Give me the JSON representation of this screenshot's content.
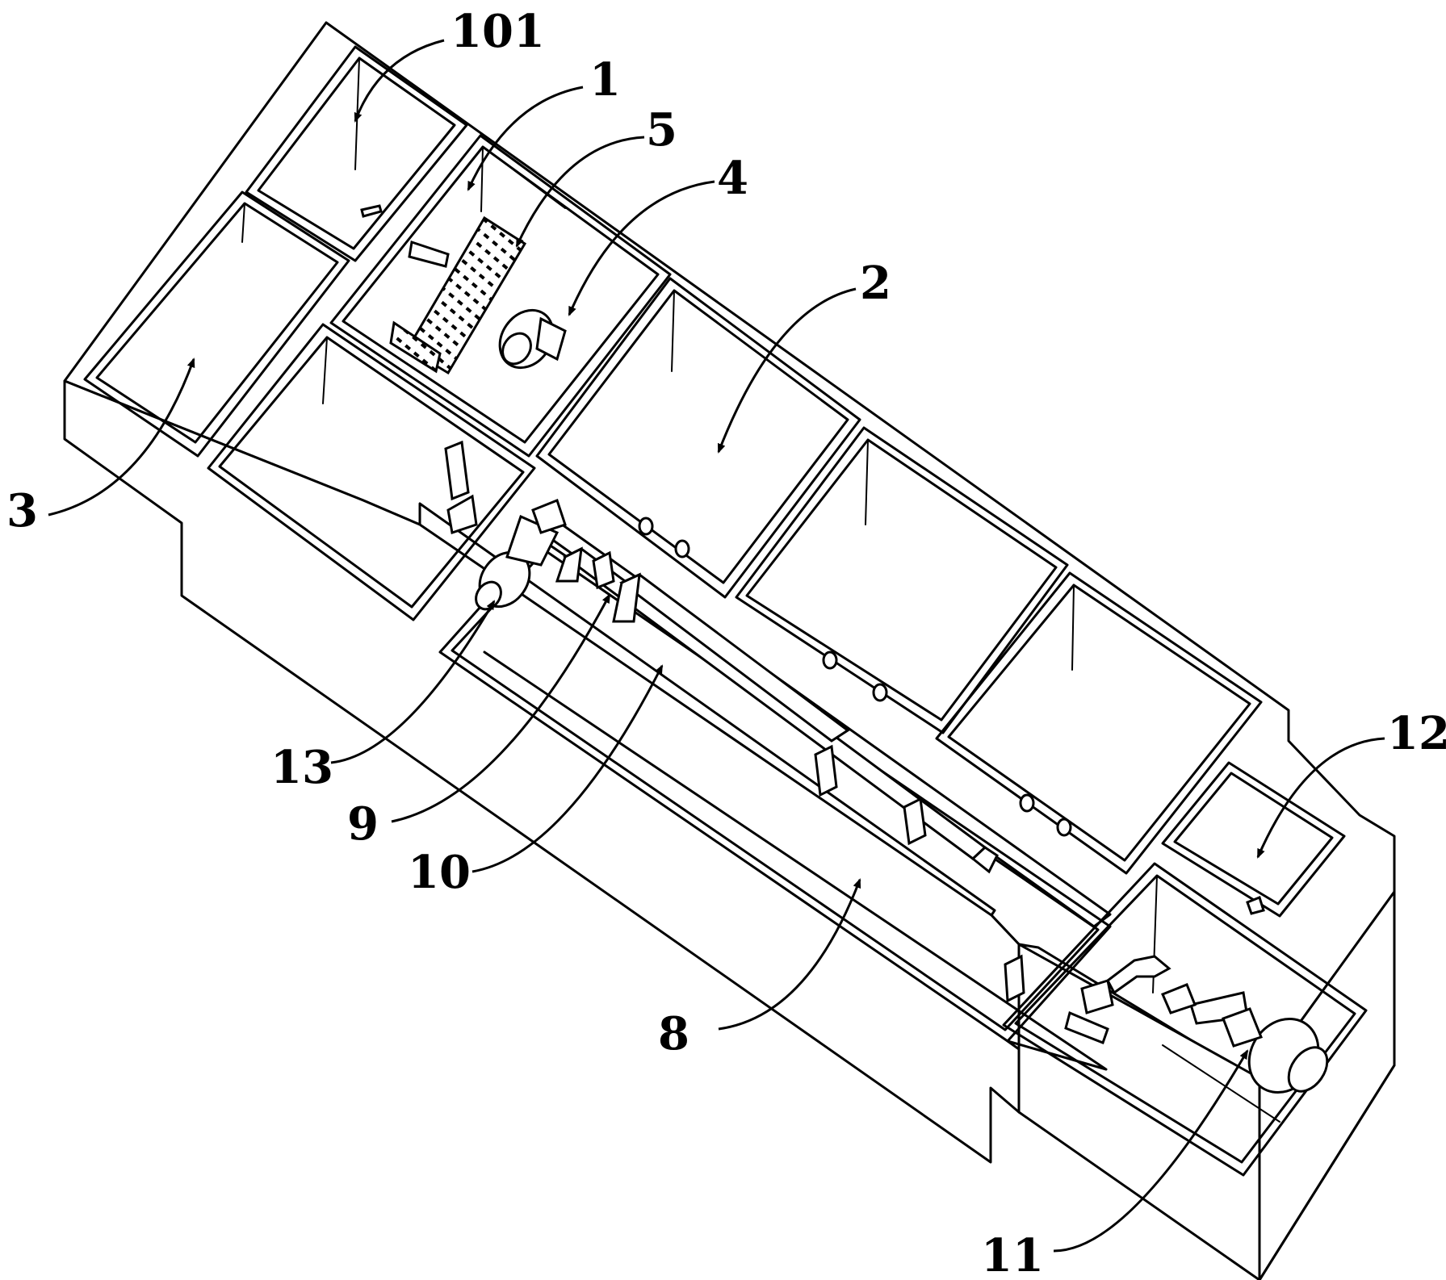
{
  "labels": {
    "l101": "101",
    "l1": "1",
    "l5": "5",
    "l4": "4",
    "l2": "2",
    "l3": "3",
    "l12": "12",
    "l13": "13",
    "l9": "9",
    "l10": "10",
    "l8": "8",
    "l11": "11"
  }
}
